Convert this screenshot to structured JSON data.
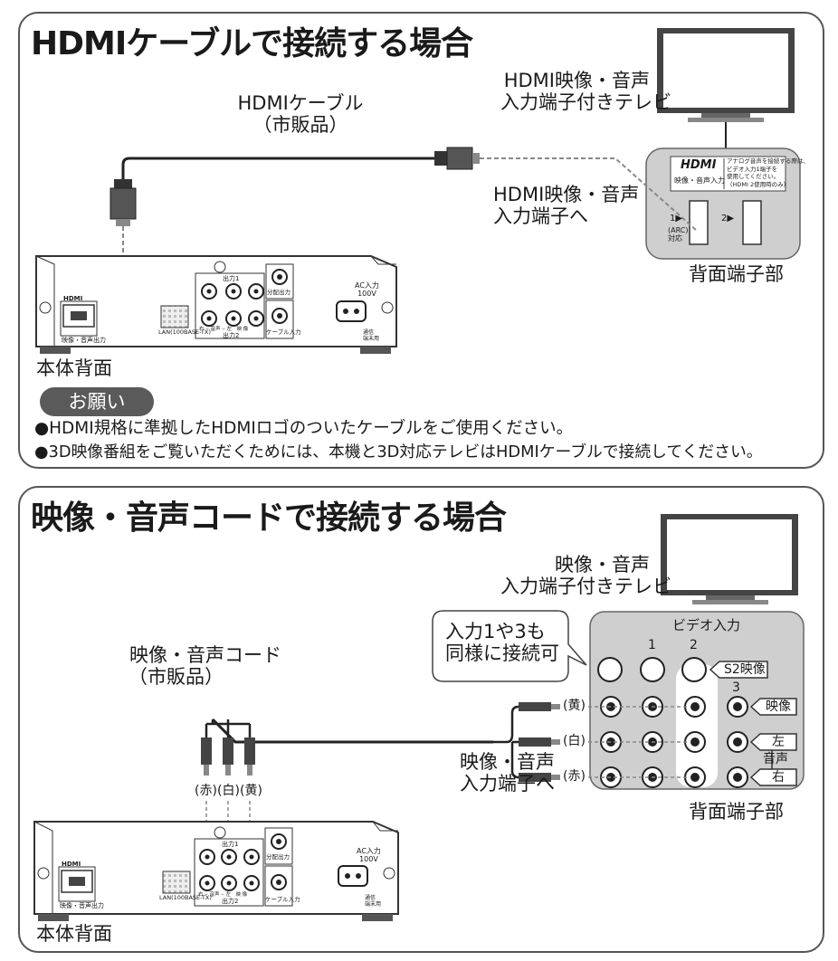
{
  "hdmi_section": {
    "title": "HDMIケーブルで接続する場合",
    "cable_label_1": "HDMIケーブル",
    "cable_label_2": "（市販品）",
    "tv_label_1": "HDMI映像・音声",
    "tv_label_2": "入力端子付きテレビ",
    "terminal_label_1": "HDMI映像・音声",
    "terminal_label_2": "入力端子へ",
    "rear_terminal": "背面端子部",
    "body_rear": "本体背面",
    "tv_panel": {
      "logo": "HDMI",
      "sub": "映像・音声入力",
      "note_lines": [
        "アナログ音声を接続する際は、",
        "ビデオ入力1端子を",
        "使用してください。",
        "（HDMI 2使用時のみ）"
      ],
      "port1": "1▶",
      "port2": "2▶",
      "arc": "(ARC)",
      "arc2": "対応"
    },
    "notice_pill": "お願い",
    "notices": [
      "●HDMI規格に準拠したHDMIロゴのついたケーブルをご使用ください。",
      "●3D映像番組をご覧いただくためには、本機と3D対応テレビはHDMIケーブルで接続してください。"
    ]
  },
  "av_section": {
    "title": "映像・音声コードで接続する場合",
    "tv_label_1": "映像・音声",
    "tv_label_2": "入力端子付きテレビ",
    "callout_1": "入力1や3も",
    "callout_2": "同様に接続可",
    "cord_label_1": "映像・音声コード",
    "cord_label_2": "（市販品）",
    "video_input": "ビデオ入力",
    "col1": "1",
    "col2": "2",
    "col3": "3",
    "s2": "S2映像",
    "video": "映像",
    "left": "左",
    "right": "右",
    "audio": "音声",
    "yellow": "(黄)",
    "white": "(白)",
    "red": "(赤)",
    "plug_red": "(赤)",
    "plug_white": "(白)",
    "plug_yellow": "(黄)",
    "terminal_label_1": "映像・音声",
    "terminal_label_2": "入力端子へ",
    "rear_terminal": "背面端子部",
    "body_rear": "本体背面"
  },
  "device": {
    "hdmi_logo": "HDMI",
    "av_out": "映像・音声出力",
    "lan": "LAN(100BASE-TX)",
    "out1": "出力1",
    "out2": "出力2",
    "split_out": "分配出力",
    "cable_in": "ケーブル入力",
    "ac_in": "AC入力",
    "ac_v": "100V",
    "ground": "通信",
    "ground2": "端末用",
    "jack_labels": "右 ‒ 音声 ‒ 左　映 像"
  },
  "colors": {
    "border": "#555555",
    "panel_gray": "#cfcfcf",
    "pill": "#5a5a5a"
  }
}
